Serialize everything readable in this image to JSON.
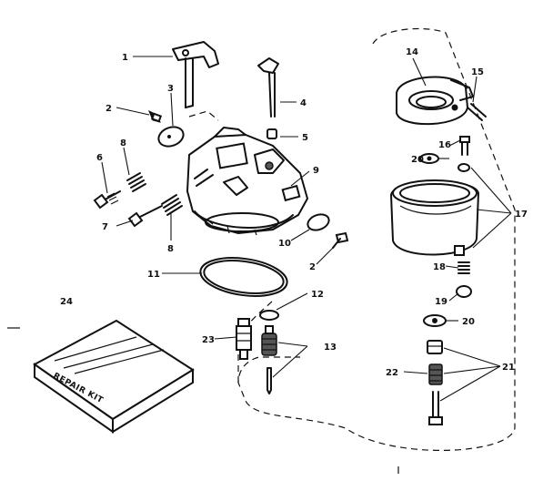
{
  "parts": [
    {
      "id": "1"
    },
    {
      "id": "2"
    },
    {
      "id": "3"
    },
    {
      "id": "4"
    },
    {
      "id": "5"
    },
    {
      "id": "6"
    },
    {
      "id": "7"
    },
    {
      "id": "8"
    },
    {
      "id": "9"
    },
    {
      "id": "10"
    },
    {
      "id": "11"
    },
    {
      "id": "12"
    },
    {
      "id": "13"
    },
    {
      "id": "14"
    },
    {
      "id": "15"
    },
    {
      "id": "16"
    },
    {
      "id": "17"
    },
    {
      "id": "18"
    },
    {
      "id": "19"
    },
    {
      "id": "20"
    },
    {
      "id": "21"
    },
    {
      "id": "22"
    },
    {
      "id": "23"
    },
    {
      "id": "24"
    }
  ],
  "kit_label": "REPAIR KIT"
}
